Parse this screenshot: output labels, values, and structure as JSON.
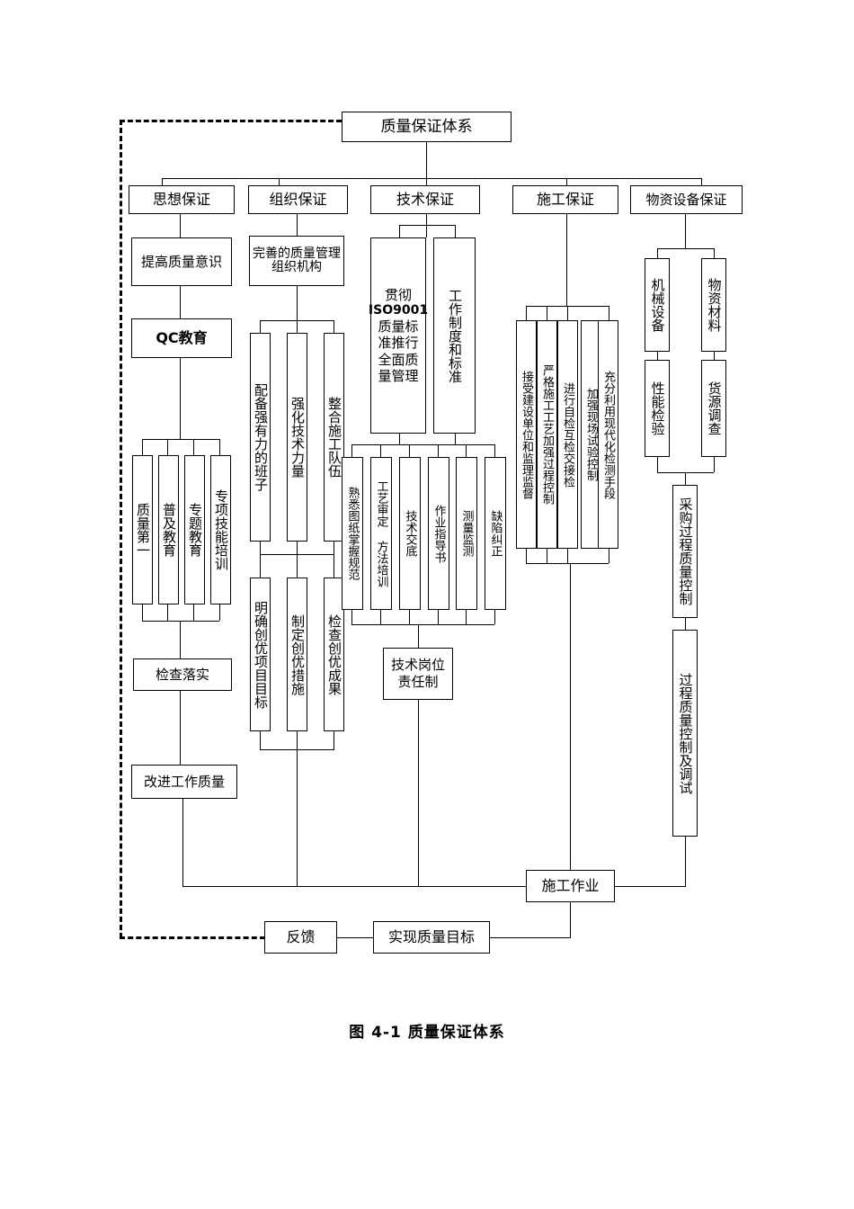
{
  "diagram": {
    "title": "质量保证体系",
    "caption": "图 4-1 质量保证体系",
    "root": "质量保证体系",
    "branches": [
      "思想保证",
      "组织保证",
      "技术保证",
      "施工保证",
      "物资设备保证"
    ],
    "ideology": {
      "awareness": "提高质量意识",
      "qc_education": "QC教育",
      "education_items": [
        "质量第一",
        "普及教育",
        "专题教育",
        "专项技能培训"
      ],
      "check": "检查落实",
      "improve": "改进工作质量"
    },
    "organization": {
      "head": "完善的质量管理组织机构",
      "items": [
        "配备强有力的班子",
        "强化技术力量",
        "整合施工队伍"
      ],
      "excellence": [
        "明确创优项目目标",
        "制定创优措施",
        "检查创优成果"
      ]
    },
    "technology": {
      "iso_prefix": "贯彻",
      "iso_code": "ISO9001",
      "iso_suffix": "质量标准推行全面质量管理",
      "standards": "工作制度和标准",
      "items": [
        "熟悉图纸掌握规范",
        "工艺审定 方法培训",
        "技术交底",
        "作业指导书",
        "测量监测",
        "缺陷纠正"
      ],
      "responsibility": "技术岗位责任制"
    },
    "construction": {
      "items": [
        "接受建设单位和监理监督",
        "严格施工工艺加强过程控制",
        "进行自检互检交接检",
        "加强现场试验控制",
        "充分利用现代化检测手段"
      ]
    },
    "materials": {
      "equipment": "机械设备",
      "equipment_child": "性能检验",
      "material": "物资材料",
      "material_child": "货源调查",
      "purchase_control": "采购过程质量控制",
      "process_control": "过程质量控制及调试"
    },
    "bottom": {
      "operation": "施工作业",
      "feedback": "反馈",
      "goal": "实现质量目标"
    }
  }
}
